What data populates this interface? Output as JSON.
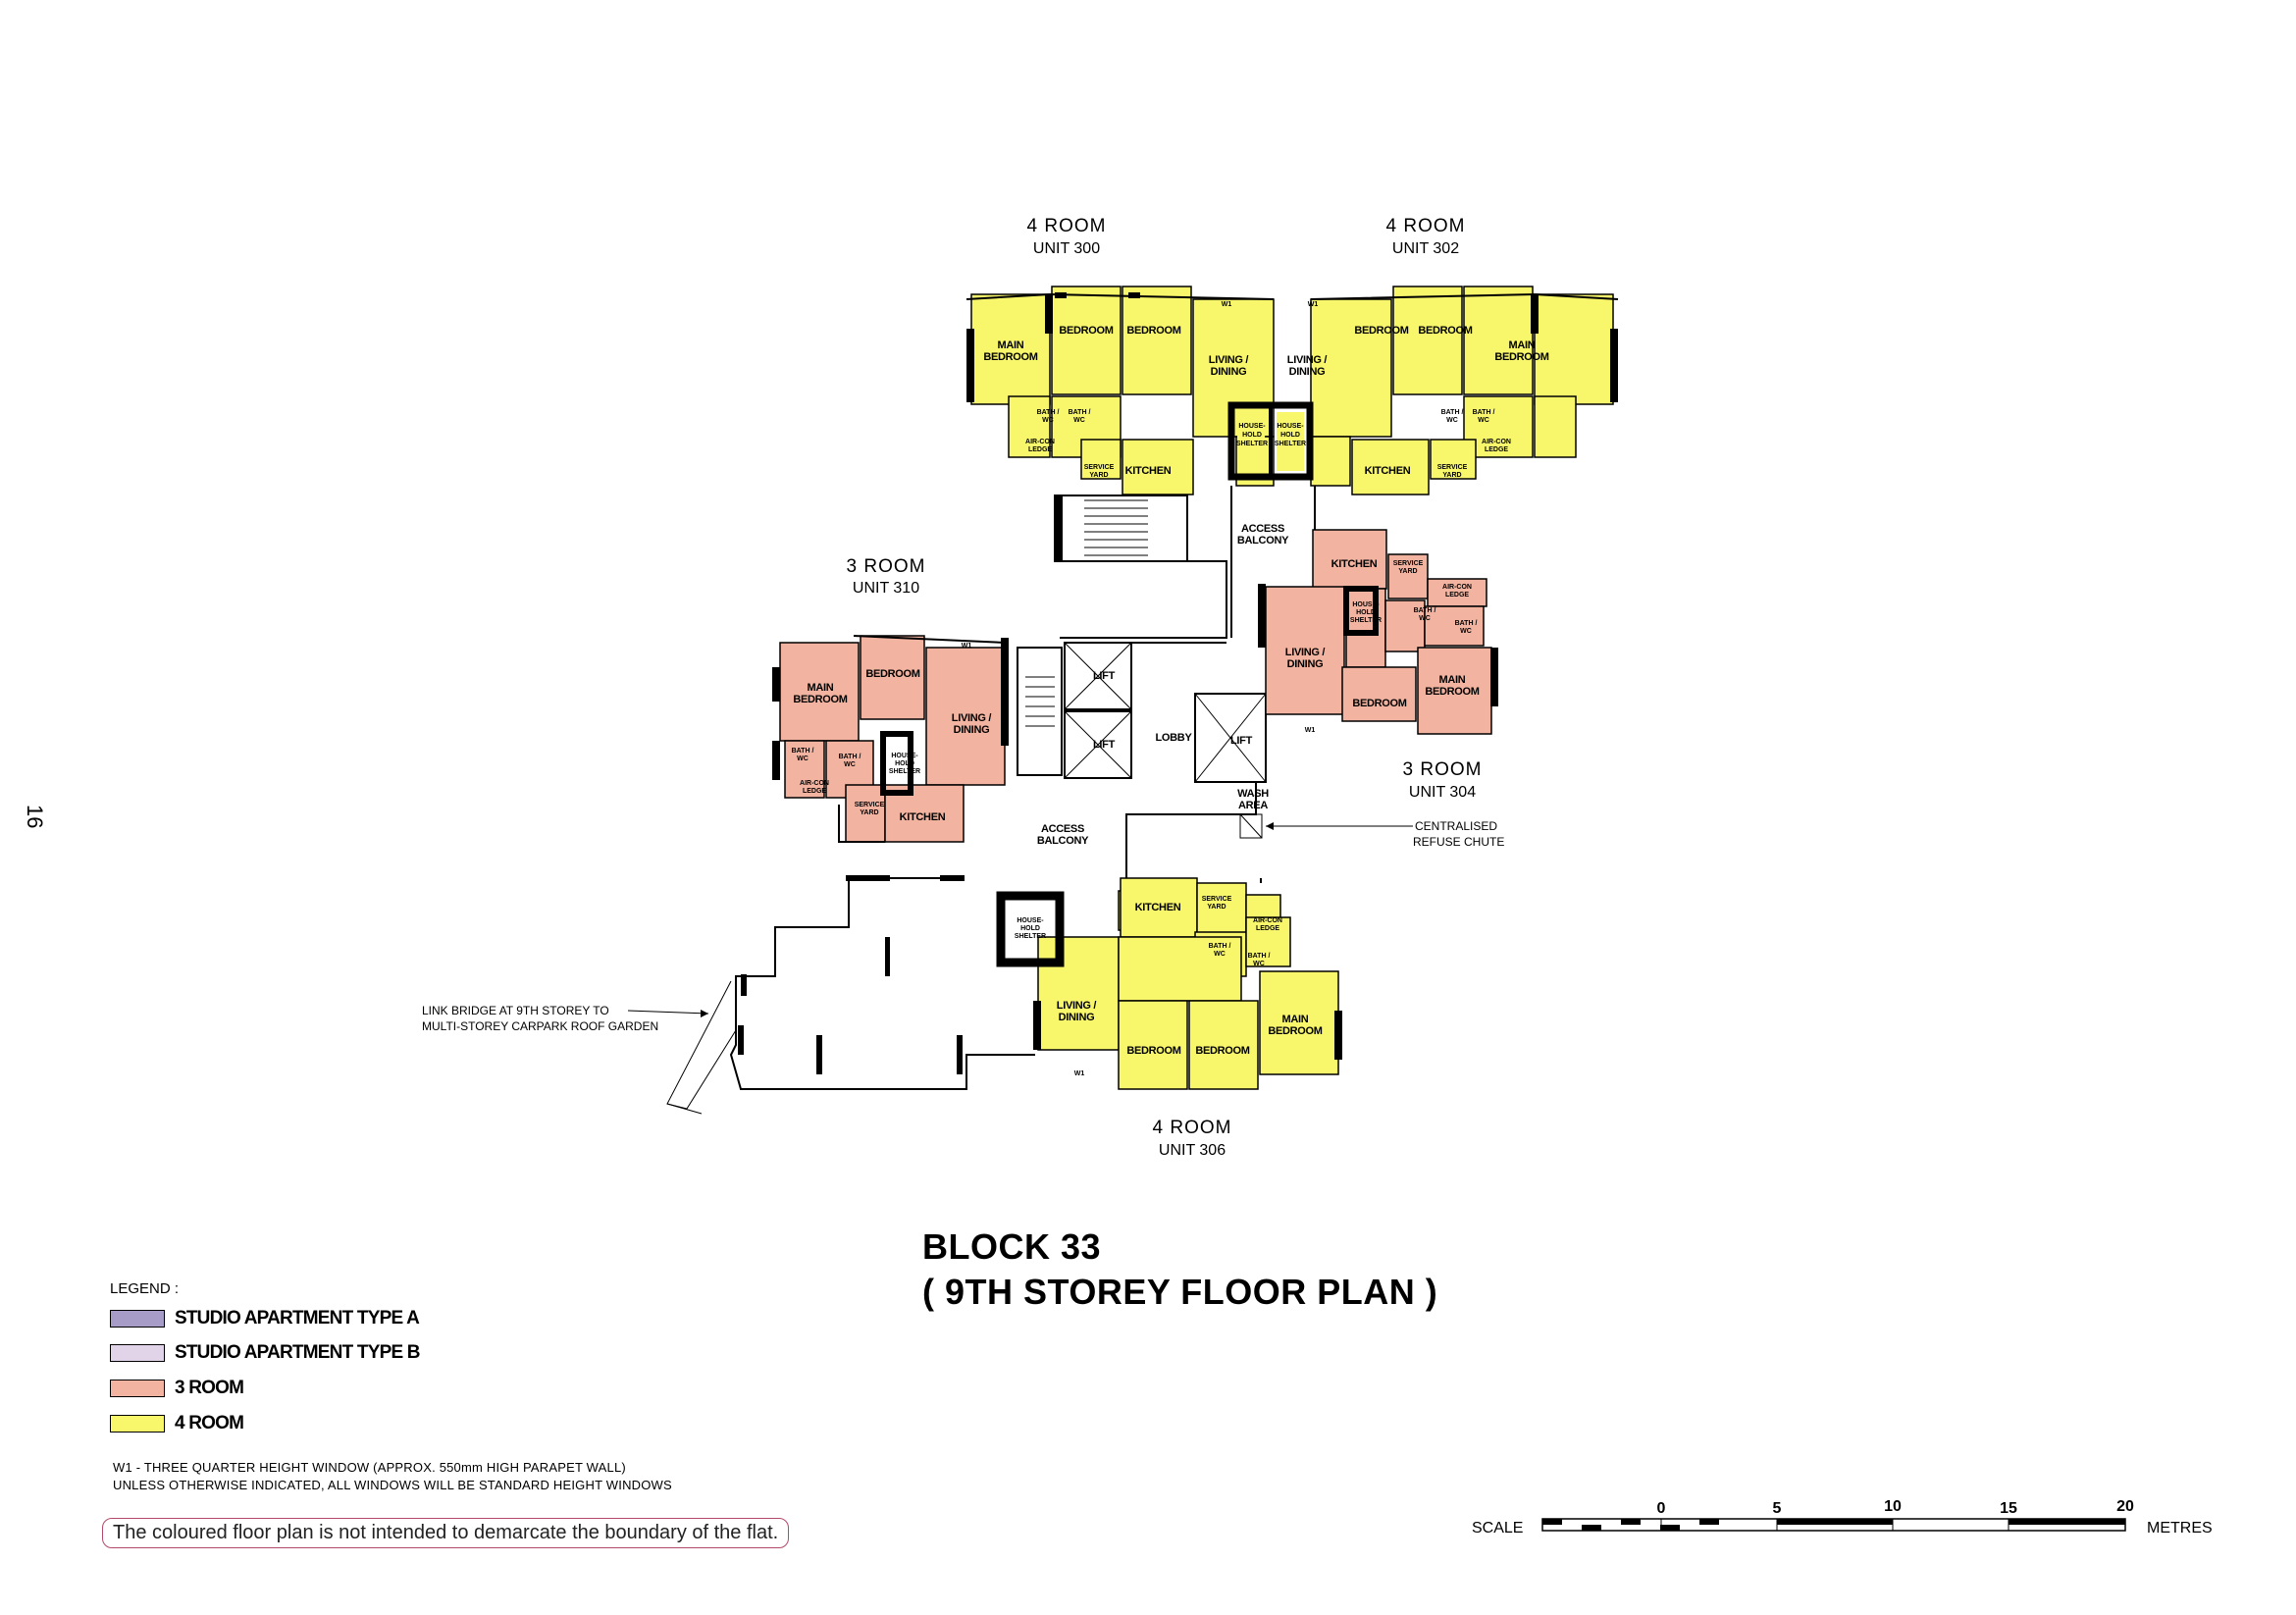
{
  "page_number": "16",
  "title_line1": "BLOCK 33",
  "title_line2": "( 9TH STOREY FLOOR PLAN )",
  "units": {
    "u300": {
      "type": "4  ROOM",
      "unit": "UNIT  300"
    },
    "u302": {
      "type": "4  ROOM",
      "unit": "UNIT  302"
    },
    "u310": {
      "type": "3  ROOM",
      "unit": "UNIT  310"
    },
    "u304": {
      "type": "3  ROOM",
      "unit": "UNIT  304"
    },
    "u306": {
      "type": "4  ROOM",
      "unit": "UNIT  306"
    }
  },
  "rooms": {
    "main_bedroom_l1": "MAIN",
    "main_bedroom_l2": "BEDROOM",
    "bedroom": "BEDROOM",
    "living_l1": "LIVING /",
    "living_l2": "DINING",
    "kitchen": "KITCHEN",
    "service_l1": "SERVICE",
    "service_l2": "YARD",
    "bath_l1": "BATH /",
    "bath_l2": "WC",
    "aircon_l1": "AIR-CON",
    "aircon_l2": "LEDGE",
    "shelter_l1": "HOUSE-",
    "shelter_l2": "HOLD",
    "shelter_l3": "SHELTER",
    "lift": "LIFT",
    "lobby": "LOBBY",
    "access_l1": "ACCESS",
    "access_l2": "BALCONY",
    "wash_l1": "WASH",
    "wash_l2": "AREA",
    "w1": "W1"
  },
  "annotations": {
    "refuse_l1": "CENTRALISED",
    "refuse_l2": "REFUSE  CHUTE",
    "link_l1": "LINK  BRIDGE  AT  9TH  STOREY  TO",
    "link_l2": "MULTI-STOREY  CARPARK  ROOF  GARDEN"
  },
  "legend": {
    "title": "LEGEND :",
    "items": [
      {
        "label": "STUDIO APARTMENT TYPE A",
        "color": "#a79bc8"
      },
      {
        "label": "STUDIO APARTMENT TYPE B",
        "color": "#e2d4e8"
      },
      {
        "label": "3 ROOM",
        "color": "#f2b3a0"
      },
      {
        "label": "4 ROOM",
        "color": "#f8f66a"
      }
    ],
    "note_line1": "W1  - THREE QUARTER HEIGHT WINDOW (APPROX. 550mm HIGH PARAPET WALL)",
    "note_line2": "UNLESS OTHERWISE INDICATED, ALL WINDOWS WILL BE STANDARD HEIGHT WINDOWS"
  },
  "disclaimer": "The coloured floor plan is not intended to demarcate the boundary of the flat.",
  "scale": {
    "label": "SCALE",
    "unit": "METRES",
    "ticks": [
      "0",
      "5",
      "10",
      "15",
      "20"
    ]
  }
}
